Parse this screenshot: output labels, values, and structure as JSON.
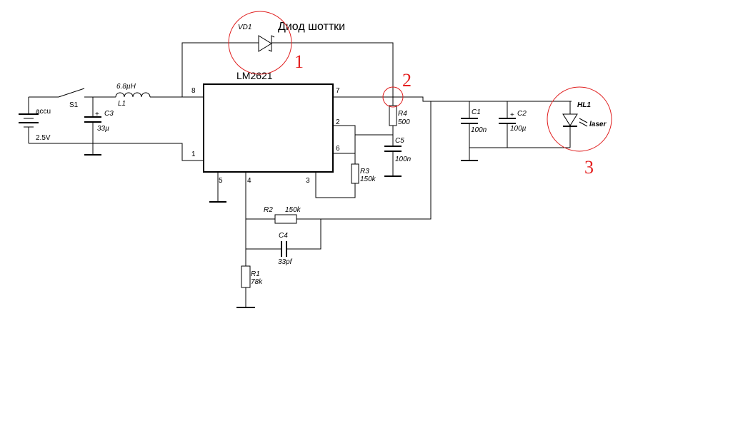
{
  "header": {
    "note_label": "Диод шоттки"
  },
  "ic": {
    "name": "LM2621",
    "pins": [
      "8",
      "1",
      "5",
      "4",
      "3",
      "7",
      "2",
      "6"
    ]
  },
  "battery": {
    "label": "accu",
    "voltage": "2.5V"
  },
  "switch": {
    "label": "S1"
  },
  "inductor": {
    "ref": "L1",
    "value": "6.8µH"
  },
  "diode": {
    "ref": "VD1"
  },
  "capacitors": {
    "c3": {
      "ref": "C3",
      "value": "33µ"
    },
    "c5": {
      "ref": "C5",
      "value": "100n"
    },
    "c4": {
      "ref": "C4",
      "value": "33pf"
    },
    "c1": {
      "ref": "C1",
      "value": "100n"
    },
    "c2": {
      "ref": "C2",
      "value": "100µ"
    }
  },
  "resistors": {
    "r4": {
      "ref": "R4",
      "value": "500"
    },
    "r3": {
      "ref": "R3",
      "value": "150k"
    },
    "r2": {
      "ref": "R2",
      "value": "150k"
    },
    "r1": {
      "ref": "R1",
      "value": "78k"
    }
  },
  "laser": {
    "ref": "HL1",
    "label": "laser"
  },
  "annotations": [
    "1",
    "2",
    "3"
  ],
  "colors": {
    "wire": "#000000",
    "annotation": "#e41e1e"
  }
}
